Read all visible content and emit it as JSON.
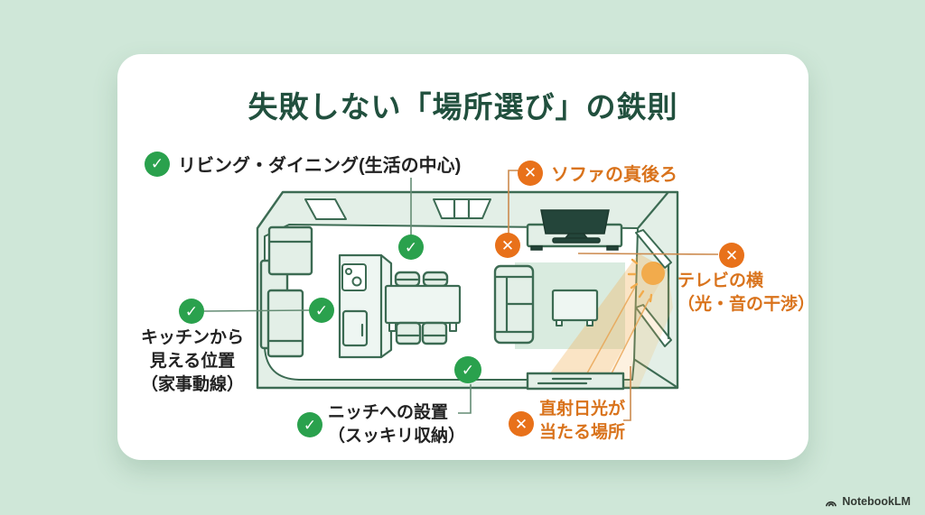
{
  "title": "失敗しない「場所選び」の鉄則",
  "icons": {
    "check_glyph": "✓",
    "cross_glyph": "✕"
  },
  "annotations": {
    "living": {
      "text": "リビング・ダイニング(生活の中心)"
    },
    "sofa": {
      "text": "ソファの真後ろ"
    },
    "tv_side": {
      "line1": "テレビの横",
      "line2": "（光・音の干渉）"
    },
    "kitchen": {
      "line1": "キッチンから",
      "line2": "見える位置",
      "line3": "（家事動線）"
    },
    "niche": {
      "line1": "ニッチへの設置",
      "line2": "（スッキリ収納）"
    },
    "sunlight": {
      "line1": "直射日光が",
      "line2": "当たる場所"
    }
  },
  "watermark": {
    "text": "NotebookLM"
  },
  "colors": {
    "bg": "#cfe7d8",
    "title_color": "#21503e",
    "text_dark": "#222222",
    "good": "#2aa14d",
    "bad": "#e8711a",
    "orange_text": "#d9731c",
    "plan_line": "#3c6b53",
    "plan_fill": "#e3efe7",
    "sun": "#f2a33c"
  }
}
